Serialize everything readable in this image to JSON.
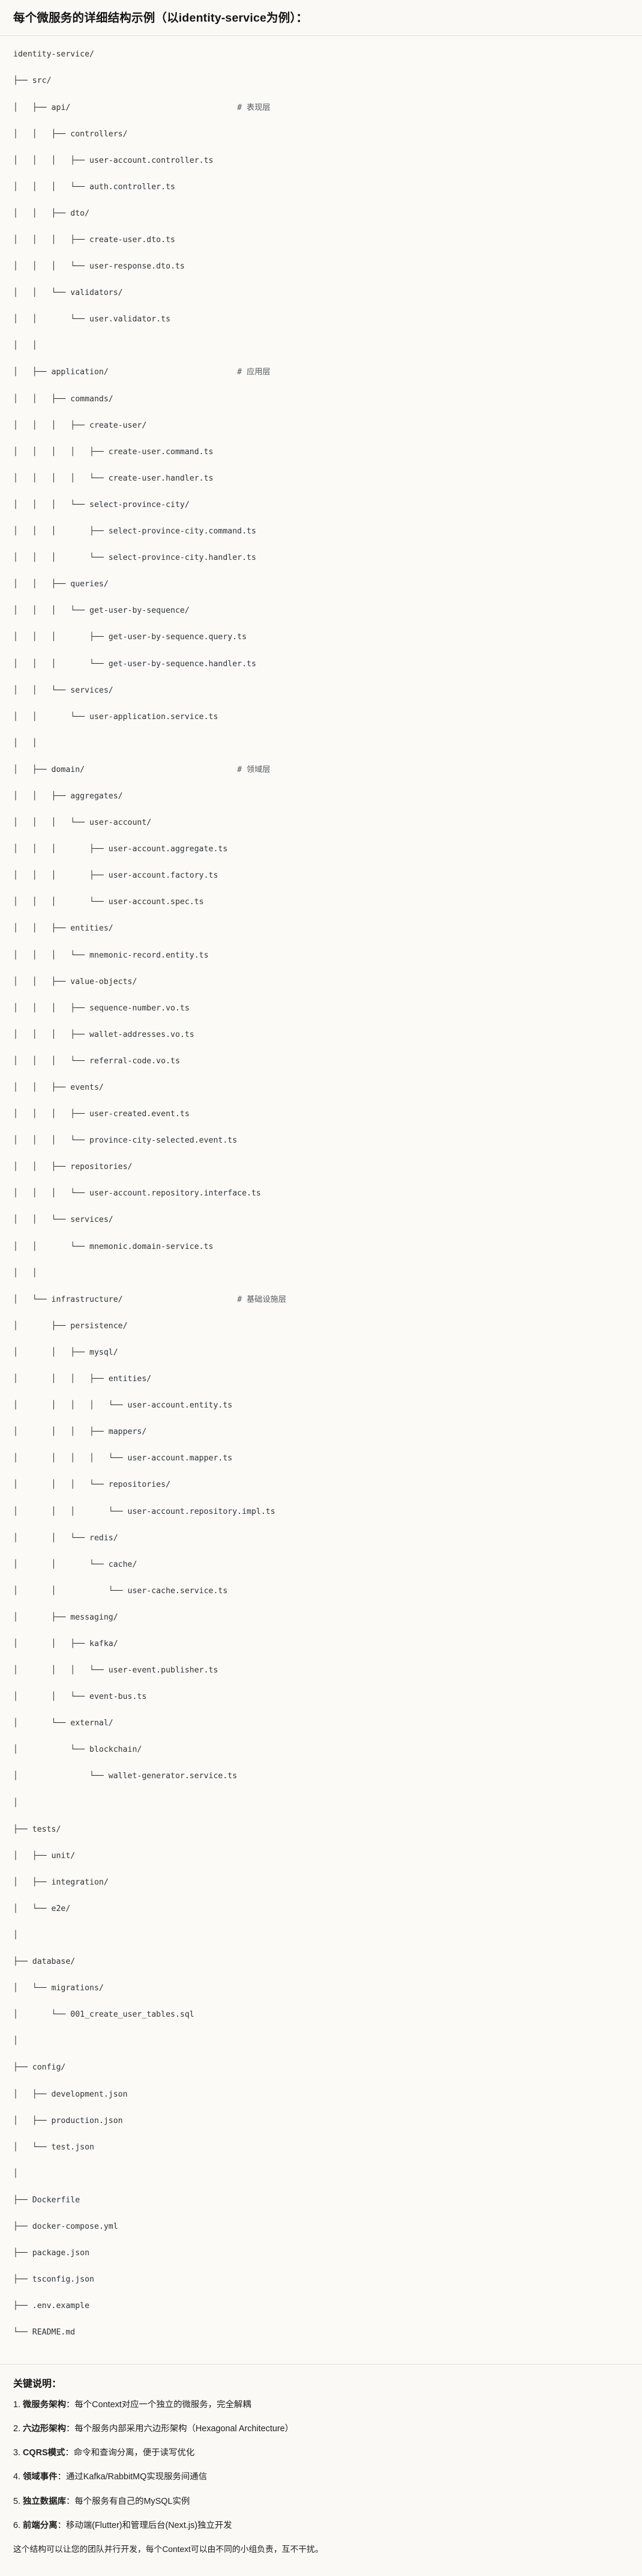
{
  "header": {
    "title": "每个微服务的详细结构示例（以identity-service为例）："
  },
  "tree": {
    "lines": [
      {
        "path": "identity-service/",
        "comment": ""
      },
      {
        "path": "├── src/",
        "comment": ""
      },
      {
        "path": "│   ├── api/",
        "comment": "# 表现层"
      },
      {
        "path": "│   │   ├── controllers/",
        "comment": ""
      },
      {
        "path": "│   │   │   ├── user-account.controller.ts",
        "comment": ""
      },
      {
        "path": "│   │   │   └── auth.controller.ts",
        "comment": ""
      },
      {
        "path": "│   │   ├── dto/",
        "comment": ""
      },
      {
        "path": "│   │   │   ├── create-user.dto.ts",
        "comment": ""
      },
      {
        "path": "│   │   │   └── user-response.dto.ts",
        "comment": ""
      },
      {
        "path": "│   │   └── validators/",
        "comment": ""
      },
      {
        "path": "│   │       └── user.validator.ts",
        "comment": ""
      },
      {
        "path": "│   │",
        "comment": ""
      },
      {
        "path": "│   ├── application/",
        "comment": "# 应用层"
      },
      {
        "path": "│   │   ├── commands/",
        "comment": ""
      },
      {
        "path": "│   │   │   ├── create-user/",
        "comment": ""
      },
      {
        "path": "│   │   │   │   ├── create-user.command.ts",
        "comment": ""
      },
      {
        "path": "│   │   │   │   └── create-user.handler.ts",
        "comment": ""
      },
      {
        "path": "│   │   │   └── select-province-city/",
        "comment": ""
      },
      {
        "path": "│   │   │       ├── select-province-city.command.ts",
        "comment": ""
      },
      {
        "path": "│   │   │       └── select-province-city.handler.ts",
        "comment": ""
      },
      {
        "path": "│   │   ├── queries/",
        "comment": ""
      },
      {
        "path": "│   │   │   └── get-user-by-sequence/",
        "comment": ""
      },
      {
        "path": "│   │   │       ├── get-user-by-sequence.query.ts",
        "comment": ""
      },
      {
        "path": "│   │   │       └── get-user-by-sequence.handler.ts",
        "comment": ""
      },
      {
        "path": "│   │   └── services/",
        "comment": ""
      },
      {
        "path": "│   │       └── user-application.service.ts",
        "comment": ""
      },
      {
        "path": "│   │",
        "comment": ""
      },
      {
        "path": "│   ├── domain/",
        "comment": "# 领域层"
      },
      {
        "path": "│   │   ├── aggregates/",
        "comment": ""
      },
      {
        "path": "│   │   │   └── user-account/",
        "comment": ""
      },
      {
        "path": "│   │   │       ├── user-account.aggregate.ts",
        "comment": ""
      },
      {
        "path": "│   │   │       ├── user-account.factory.ts",
        "comment": ""
      },
      {
        "path": "│   │   │       └── user-account.spec.ts",
        "comment": ""
      },
      {
        "path": "│   │   ├── entities/",
        "comment": ""
      },
      {
        "path": "│   │   │   └── mnemonic-record.entity.ts",
        "comment": ""
      },
      {
        "path": "│   │   ├── value-objects/",
        "comment": ""
      },
      {
        "path": "│   │   │   ├── sequence-number.vo.ts",
        "comment": ""
      },
      {
        "path": "│   │   │   ├── wallet-addresses.vo.ts",
        "comment": ""
      },
      {
        "path": "│   │   │   └── referral-code.vo.ts",
        "comment": ""
      },
      {
        "path": "│   │   ├── events/",
        "comment": ""
      },
      {
        "path": "│   │   │   ├── user-created.event.ts",
        "comment": ""
      },
      {
        "path": "│   │   │   └── province-city-selected.event.ts",
        "comment": ""
      },
      {
        "path": "│   │   ├── repositories/",
        "comment": ""
      },
      {
        "path": "│   │   │   └── user-account.repository.interface.ts",
        "comment": ""
      },
      {
        "path": "│   │   └── services/",
        "comment": ""
      },
      {
        "path": "│   │       └── mnemonic.domain-service.ts",
        "comment": ""
      },
      {
        "path": "│   │",
        "comment": ""
      },
      {
        "path": "│   └── infrastructure/",
        "comment": "# 基础设施层"
      },
      {
        "path": "│       ├── persistence/",
        "comment": ""
      },
      {
        "path": "│       │   ├── mysql/",
        "comment": ""
      },
      {
        "path": "│       │   │   ├── entities/",
        "comment": ""
      },
      {
        "path": "│       │   │   │   └── user-account.entity.ts",
        "comment": ""
      },
      {
        "path": "│       │   │   ├── mappers/",
        "comment": ""
      },
      {
        "path": "│       │   │   │   └── user-account.mapper.ts",
        "comment": ""
      },
      {
        "path": "│       │   │   └── repositories/",
        "comment": ""
      },
      {
        "path": "│       │   │       └── user-account.repository.impl.ts",
        "comment": ""
      },
      {
        "path": "│       │   └── redis/",
        "comment": ""
      },
      {
        "path": "│       │       └── cache/",
        "comment": ""
      },
      {
        "path": "│       │           └── user-cache.service.ts",
        "comment": ""
      },
      {
        "path": "│       ├── messaging/",
        "comment": ""
      },
      {
        "path": "│       │   ├── kafka/",
        "comment": ""
      },
      {
        "path": "│       │   │   └── user-event.publisher.ts",
        "comment": ""
      },
      {
        "path": "│       │   └── event-bus.ts",
        "comment": ""
      },
      {
        "path": "│       └── external/",
        "comment": ""
      },
      {
        "path": "│           └── blockchain/",
        "comment": ""
      },
      {
        "path": "│               └── wallet-generator.service.ts",
        "comment": ""
      },
      {
        "path": "│",
        "comment": ""
      },
      {
        "path": "├── tests/",
        "comment": ""
      },
      {
        "path": "│   ├── unit/",
        "comment": ""
      },
      {
        "path": "│   ├── integration/",
        "comment": ""
      },
      {
        "path": "│   └── e2e/",
        "comment": ""
      },
      {
        "path": "│",
        "comment": ""
      },
      {
        "path": "├── database/",
        "comment": ""
      },
      {
        "path": "│   └── migrations/",
        "comment": ""
      },
      {
        "path": "│       └── 001_create_user_tables.sql",
        "comment": ""
      },
      {
        "path": "│",
        "comment": ""
      },
      {
        "path": "├── config/",
        "comment": ""
      },
      {
        "path": "│   ├── development.json",
        "comment": ""
      },
      {
        "path": "│   ├── production.json",
        "comment": ""
      },
      {
        "path": "│   └── test.json",
        "comment": ""
      },
      {
        "path": "│",
        "comment": ""
      },
      {
        "path": "├── Dockerfile",
        "comment": ""
      },
      {
        "path": "├── docker-compose.yml",
        "comment": ""
      },
      {
        "path": "├── package.json",
        "comment": ""
      },
      {
        "path": "├── tsconfig.json",
        "comment": ""
      },
      {
        "path": "├── .env.example",
        "comment": ""
      },
      {
        "path": "└── README.md",
        "comment": ""
      }
    ]
  },
  "notes": {
    "title": "关键说明：",
    "items": [
      {
        "num": "1.",
        "term": "微服务架构",
        "sep": "：",
        "desc": "每个Context对应一个独立的微服务，完全解耦"
      },
      {
        "num": "2.",
        "term": "六边形架构",
        "sep": "：",
        "desc": "每个服务内部采用六边形架构（Hexagonal Architecture）"
      },
      {
        "num": "3.",
        "term": "CQRS模式",
        "sep": "：",
        "desc": "命令和查询分离，便于读写优化"
      },
      {
        "num": "4.",
        "term": "领域事件",
        "sep": "：",
        "desc": "通过Kafka/RabbitMQ实现服务间通信"
      },
      {
        "num": "5.",
        "term": "独立数据库",
        "sep": "：",
        "desc": "每个服务有自己的MySQL实例"
      },
      {
        "num": "6.",
        "term": "前端分离",
        "sep": "：",
        "desc": "移动端(Flutter)和管理后台(Next.js)独立开发"
      }
    ],
    "closing": "这个结构可以让您的团队并行开发，每个Context可以由不同的小组负责，互不干扰。"
  },
  "colors": {
    "background": "#faf9f6",
    "text": "#1a1a1a",
    "tree_text": "#2f3237",
    "comment_text": "#55595f",
    "divider": "#e3e1dc"
  }
}
